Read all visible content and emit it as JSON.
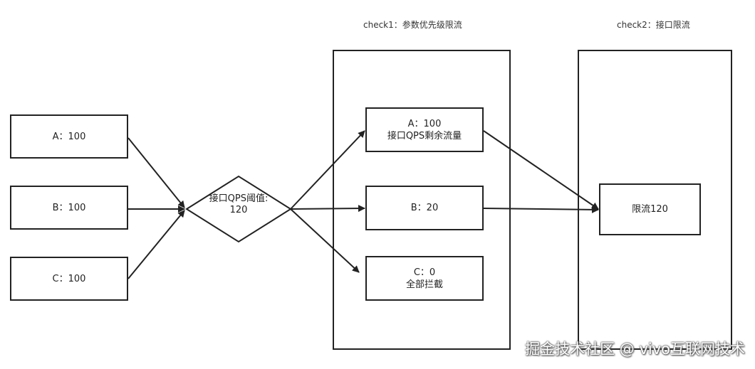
{
  "sources": [
    {
      "label": "A：100"
    },
    {
      "label": "B：100"
    },
    {
      "label": "C：100"
    }
  ],
  "decision": {
    "line1": "接口QPS阈值:",
    "line2": "120"
  },
  "check1": {
    "caption": "check1：参数优先级限流",
    "items": [
      {
        "line1": "A：100",
        "line2": "接口QPS剩余流量"
      },
      {
        "line1": "B：20",
        "line2": ""
      },
      {
        "line1": "C：0",
        "line2": "全部拦截"
      }
    ]
  },
  "check2": {
    "caption": "check2：接口限流",
    "result": "限流120"
  },
  "watermark": "掘金技术社区 @ vivo互联网技术",
  "colors": {
    "stroke": "#222222",
    "background": "#ffffff"
  }
}
